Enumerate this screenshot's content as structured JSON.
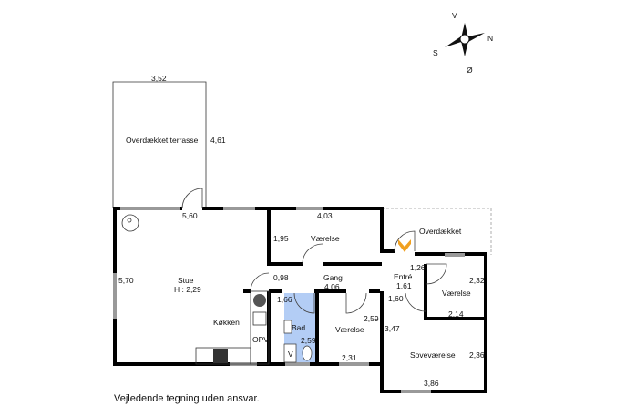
{
  "compass": {
    "n": "N",
    "s": "S",
    "v": "V",
    "o": "Ø"
  },
  "rooms": {
    "terrace": {
      "name": "Overdækket terrasse",
      "width": "3,52",
      "depth": "4,61"
    },
    "stue": {
      "name": "Stue",
      "height": "H : 2,29",
      "width": "5,60",
      "depth": "5,70"
    },
    "kokken": {
      "name": "Køkken",
      "opv": "OPV"
    },
    "vaerelse1": {
      "name": "Værelse",
      "width": "4,03",
      "depth": "1,95"
    },
    "gang": {
      "name": "Gang",
      "width": "4,06",
      "depth": "0,98"
    },
    "bad": {
      "name": "Bad",
      "width": "1,66",
      "depth": "2,59",
      "v": "V"
    },
    "vaerelse2": {
      "name": "Værelse",
      "width": "2,31",
      "depth": "2,59"
    },
    "overdaekket": {
      "name": "Overdækket"
    },
    "entre": {
      "name": "Entré",
      "width": "1,26",
      "depth": "1,61",
      "extra": "1,60"
    },
    "vaerelse3": {
      "name": "Værelse",
      "width": "2,14",
      "depth": "2,32"
    },
    "sovevaerelse": {
      "name": "Soveværelse",
      "width": "3,86",
      "depth": "2,36",
      "extra": "3,47"
    }
  },
  "disclaimer": "Vejledende tegning uden ansvar.",
  "colors": {
    "bath": "#b3cdf5",
    "entry_arrow": "#f0a020"
  }
}
